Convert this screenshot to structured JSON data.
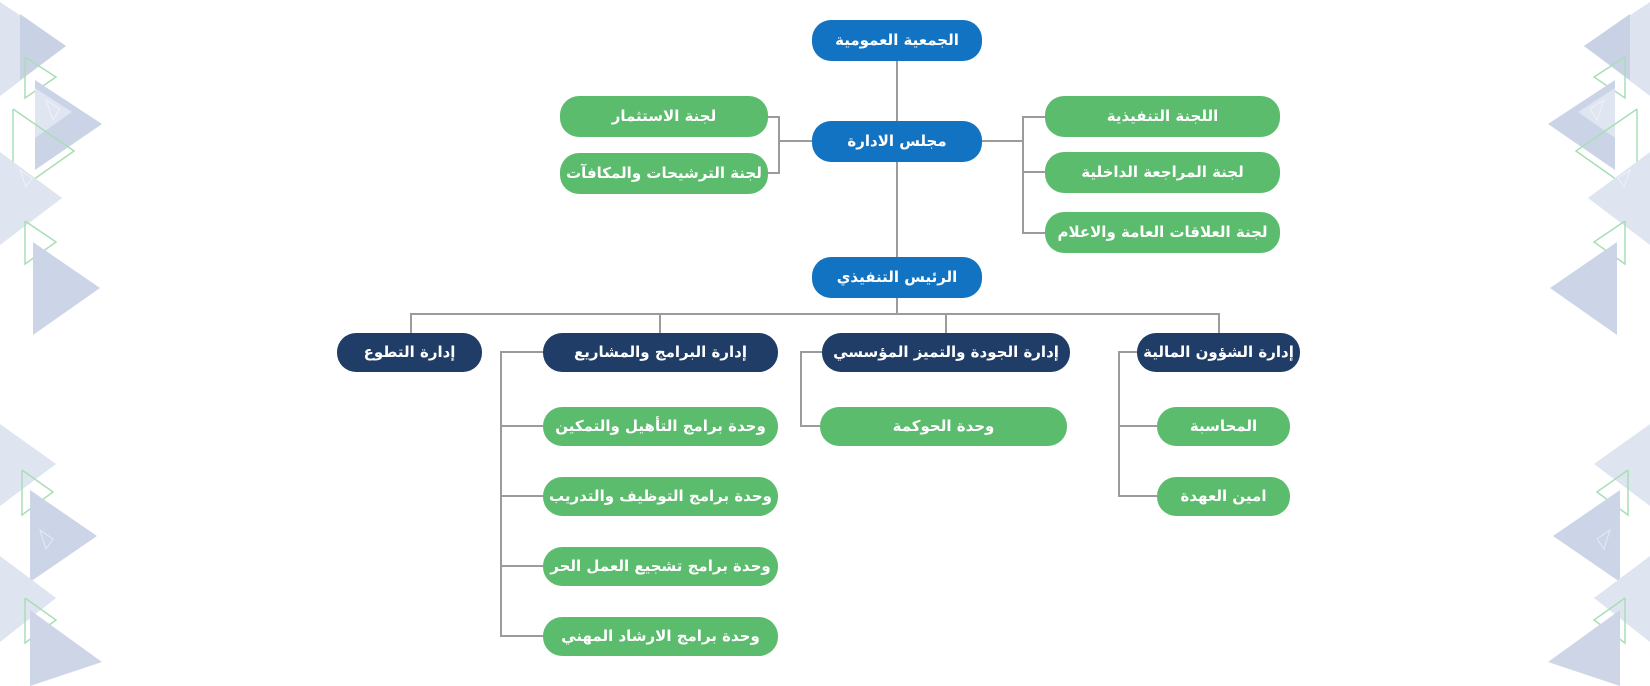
{
  "colors": {
    "primary_blue": "#1173c1",
    "dark_navy": "#1f3d66",
    "green": "#5cbc6d",
    "connector_gray": "#9b9b9b",
    "background": "#ffffff",
    "deco_triangle_light": "#dee4f0",
    "deco_triangle_medium": "#cbd4e6",
    "deco_triangle_green_outline": "#a9deb5"
  },
  "org": {
    "assembly": {
      "label": "الجمعية العمومية"
    },
    "board": {
      "label": "مجلس الادارة"
    },
    "board_left_committees": [
      "لجنة الاستثمار",
      "لجنة الترشيحات والمكافآت"
    ],
    "board_right_committees": [
      "اللجنة التنفيذية",
      "لجنة المراجعة الداخلية",
      "لجنة العلاقات العامة والاعلام"
    ],
    "ceo": {
      "label": "الرئيس التنفيذي"
    },
    "departments": [
      {
        "label": "إدارة التطوع",
        "units": []
      },
      {
        "label": "إدارة البرامج والمشاريع",
        "units": [
          "وحدة برامج التأهيل والتمكين",
          "وحدة برامج التوظيف والتدريب",
          "وحدة برامج تشجيع العمل الحر",
          "وحدة برامج الارشاد المهني"
        ]
      },
      {
        "label": "إدارة الجودة والتميز المؤسسي",
        "units": [
          "وحدة الحوكمة"
        ]
      },
      {
        "label": "إدارة الشؤون المالية",
        "units": [
          "المحاسبة",
          "امين العهدة"
        ]
      }
    ]
  }
}
